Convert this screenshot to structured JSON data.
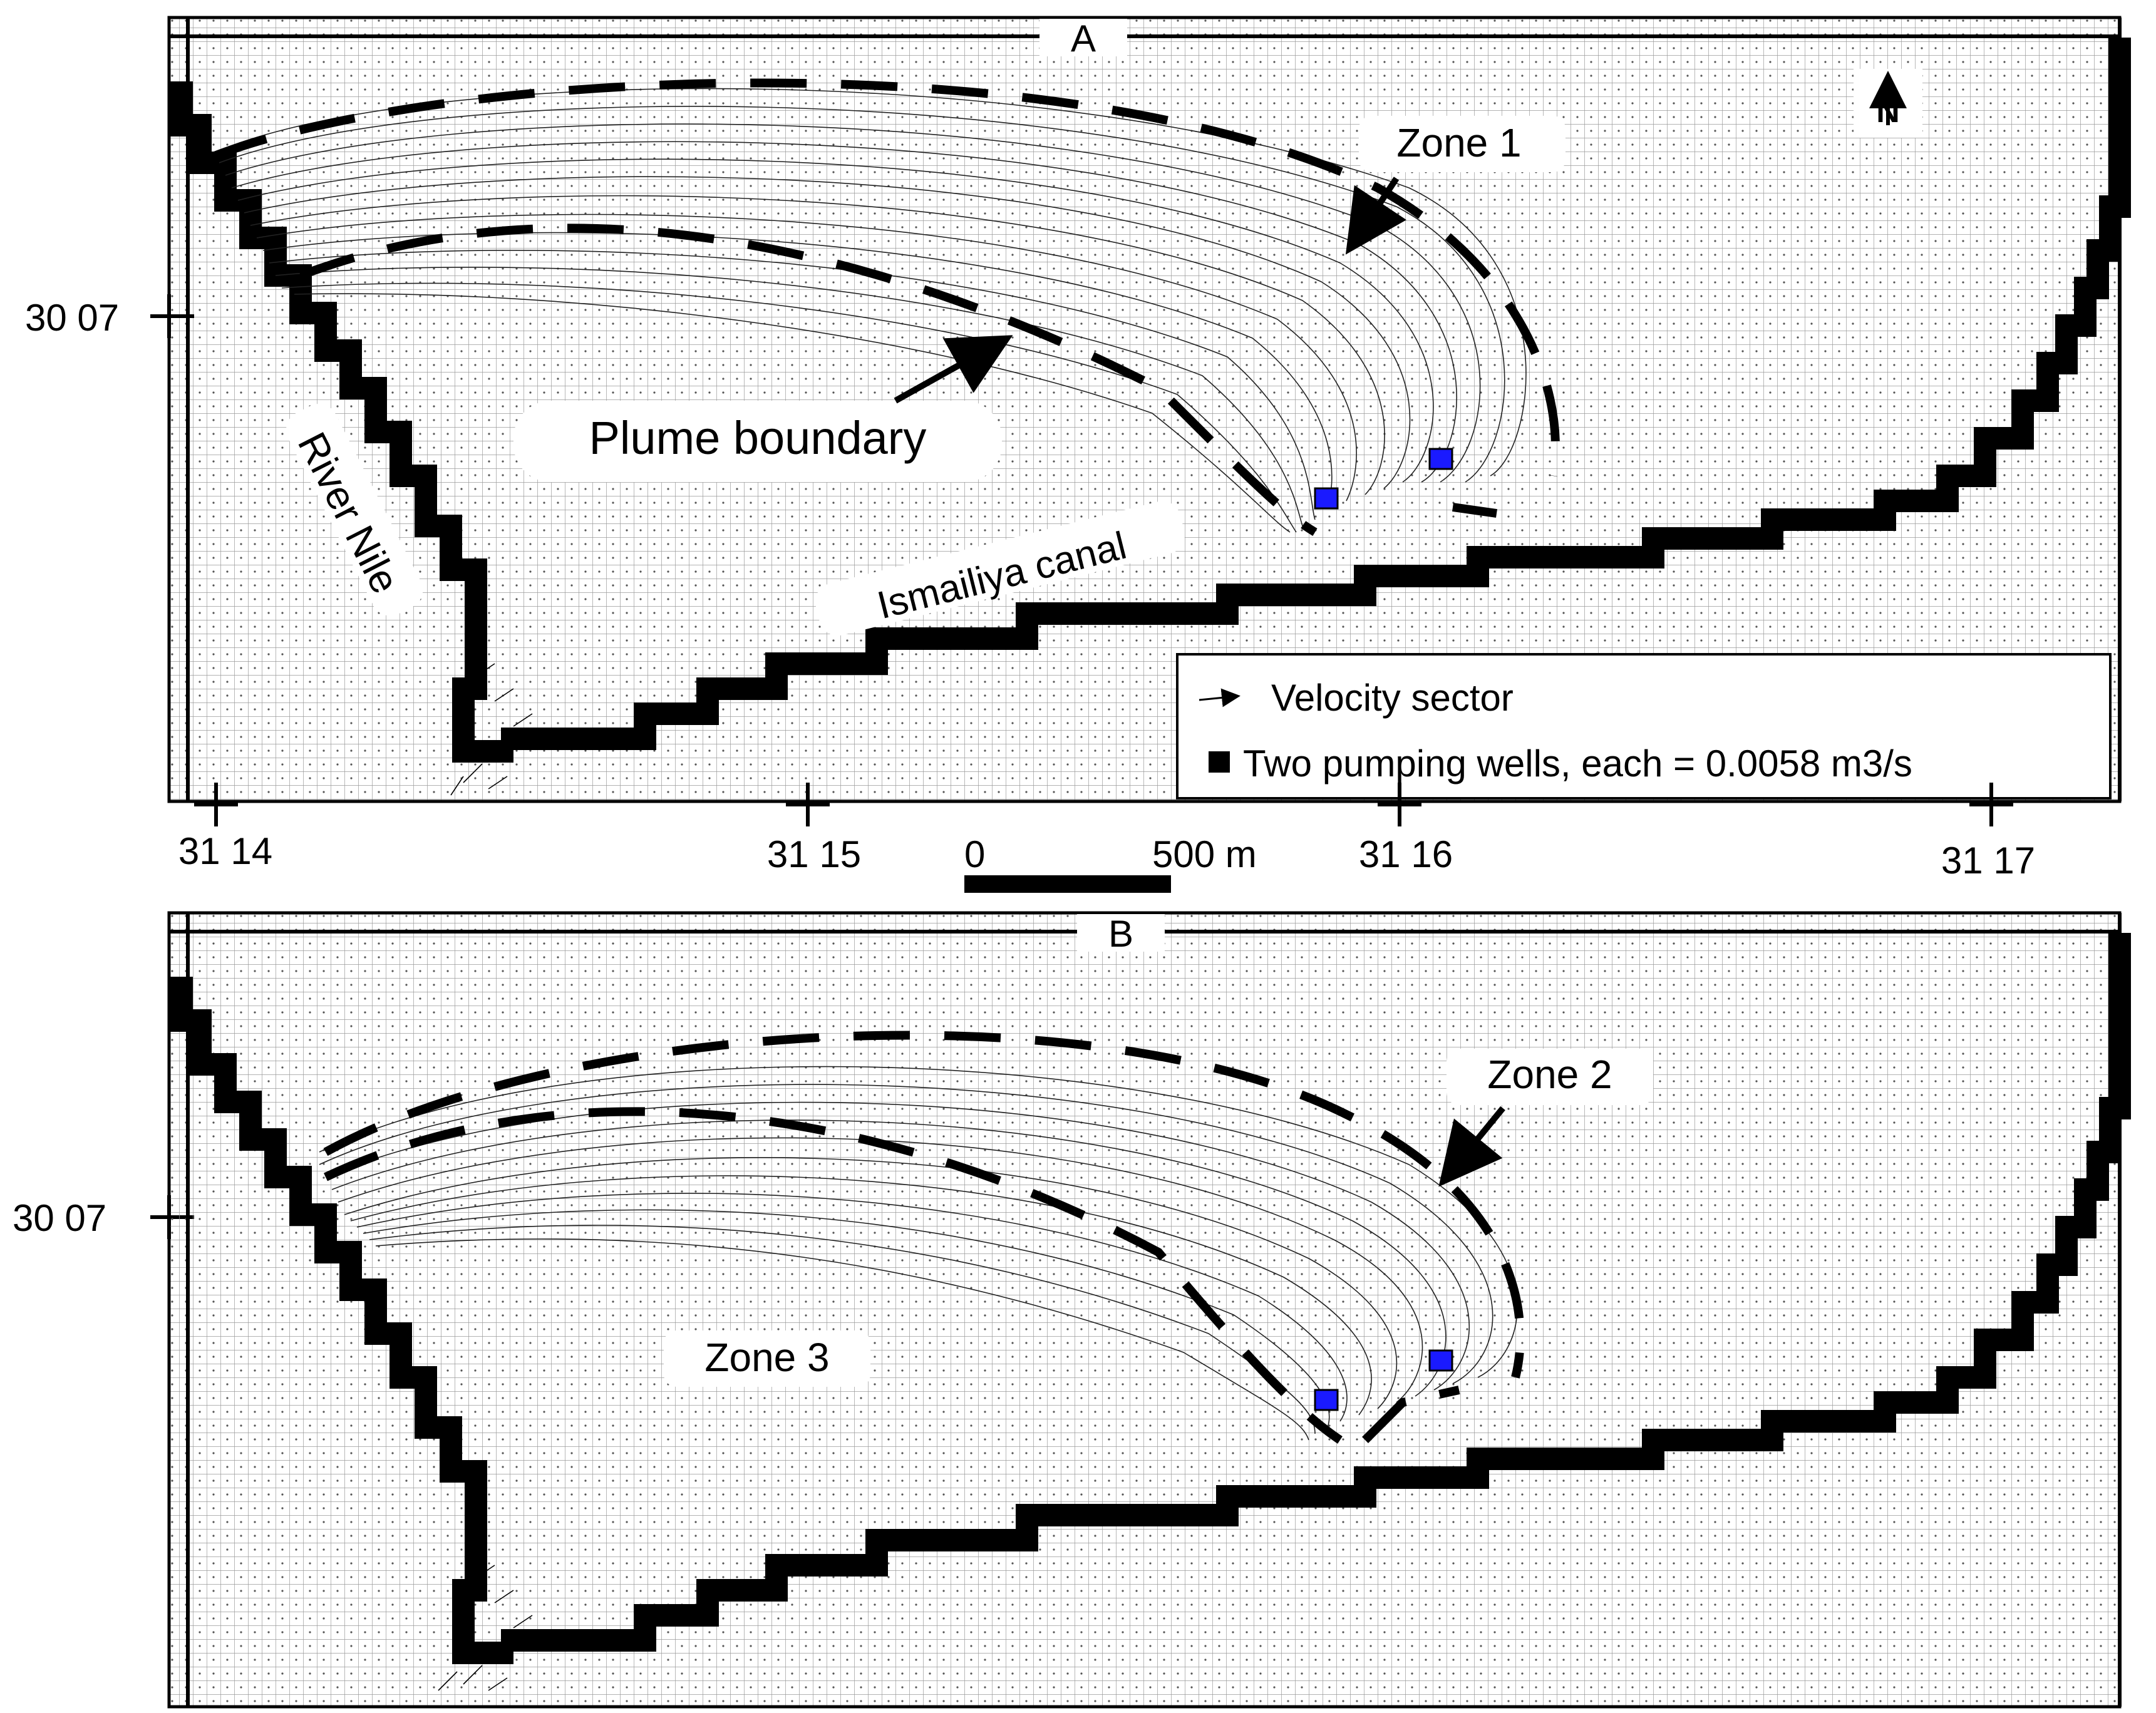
{
  "panels": [
    {
      "letter": "A",
      "zone_labels": [
        "Zone 1"
      ],
      "plume_label": "Plume boundary",
      "river_label": "River Nile",
      "canal_label": "Ismailiya canal"
    },
    {
      "letter": "B",
      "zone_labels": [
        "Zone 2",
        "Zone 3"
      ]
    }
  ],
  "north_symbol": "N",
  "lat_label": "30 07",
  "lon_labels": [
    "31 14",
    "31 15",
    "31 16",
    "31 17"
  ],
  "scale_bar": {
    "start": "0",
    "end": "500 m"
  },
  "legend": {
    "velocity_label": "Velocity sector",
    "wells_label": "Two pumping wells, each = 0.0058 m3/s"
  },
  "colors": {
    "well": "#1a1aff",
    "boundary": "#000000",
    "grid": "#999999"
  }
}
